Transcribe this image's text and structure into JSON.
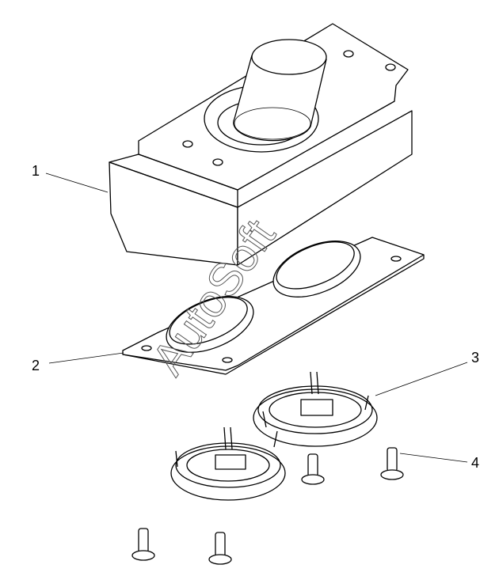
{
  "diagram": {
    "callouts": [
      {
        "number": "1",
        "part": "housing"
      },
      {
        "number": "2",
        "part": "gasket-plate"
      },
      {
        "number": "3",
        "part": "ring-mount"
      },
      {
        "number": "4",
        "part": "screw"
      }
    ],
    "watermark": "AutoSoft"
  }
}
